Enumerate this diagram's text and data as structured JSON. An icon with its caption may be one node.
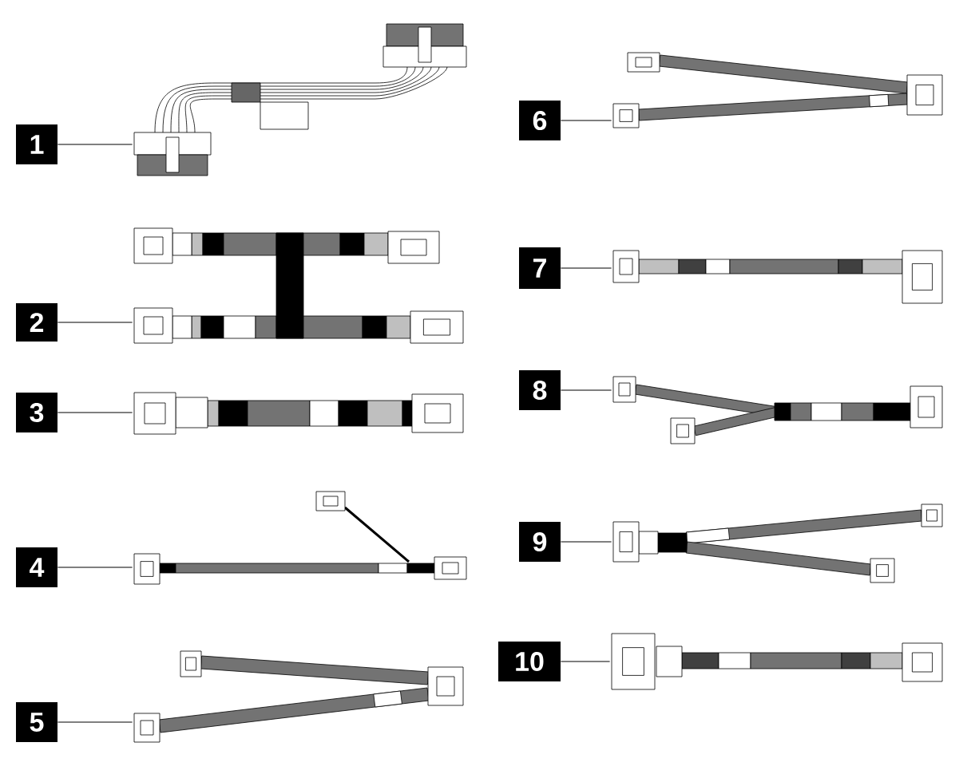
{
  "diagram": {
    "nodes": [
      {
        "text": [
          "1"
        ]
      },
      {
        "text": [],
        "shape": "picture"
      },
      {
        "text": [
          "2"
        ]
      },
      {
        "text": [],
        "shape": "picture"
      },
      {
        "text": [
          "3"
        ]
      },
      {
        "text": [],
        "shape": "picture"
      },
      {
        "text": [
          "4"
        ]
      },
      {
        "text": [],
        "shape": "picture"
      },
      {
        "text": [
          "5"
        ]
      },
      {
        "text": [],
        "shape": "picture"
      },
      {
        "text": [
          "6"
        ]
      },
      {
        "text": [],
        "shape": "picture"
      },
      {
        "text": [
          "7"
        ]
      },
      {
        "text": [],
        "shape": "picture"
      },
      {
        "text": [
          "8"
        ]
      },
      {
        "text": [],
        "shape": "picture"
      },
      {
        "text": [
          "9"
        ]
      },
      {
        "text": [],
        "shape": "picture"
      },
      {
        "text": [
          "10"
        ]
      },
      {
        "text": [],
        "shape": "picture"
      }
    ],
    "edges": [
      {
        "from": 0,
        "to": 1,
        "arrow": "none"
      },
      {
        "from": 2,
        "to": 3,
        "arrow": "none"
      },
      {
        "from": 4,
        "to": 5,
        "arrow": "none"
      },
      {
        "from": 6,
        "to": 7,
        "arrow": "none"
      },
      {
        "from": 8,
        "to": 9,
        "arrow": "none"
      },
      {
        "from": 10,
        "to": 11,
        "arrow": "none"
      },
      {
        "from": 12,
        "to": 13,
        "arrow": "none"
      },
      {
        "from": 14,
        "to": 15,
        "arrow": "none"
      },
      {
        "from": 16,
        "to": 17,
        "arrow": "none"
      },
      {
        "from": 18,
        "to": 19,
        "arrow": "none"
      }
    ]
  }
}
